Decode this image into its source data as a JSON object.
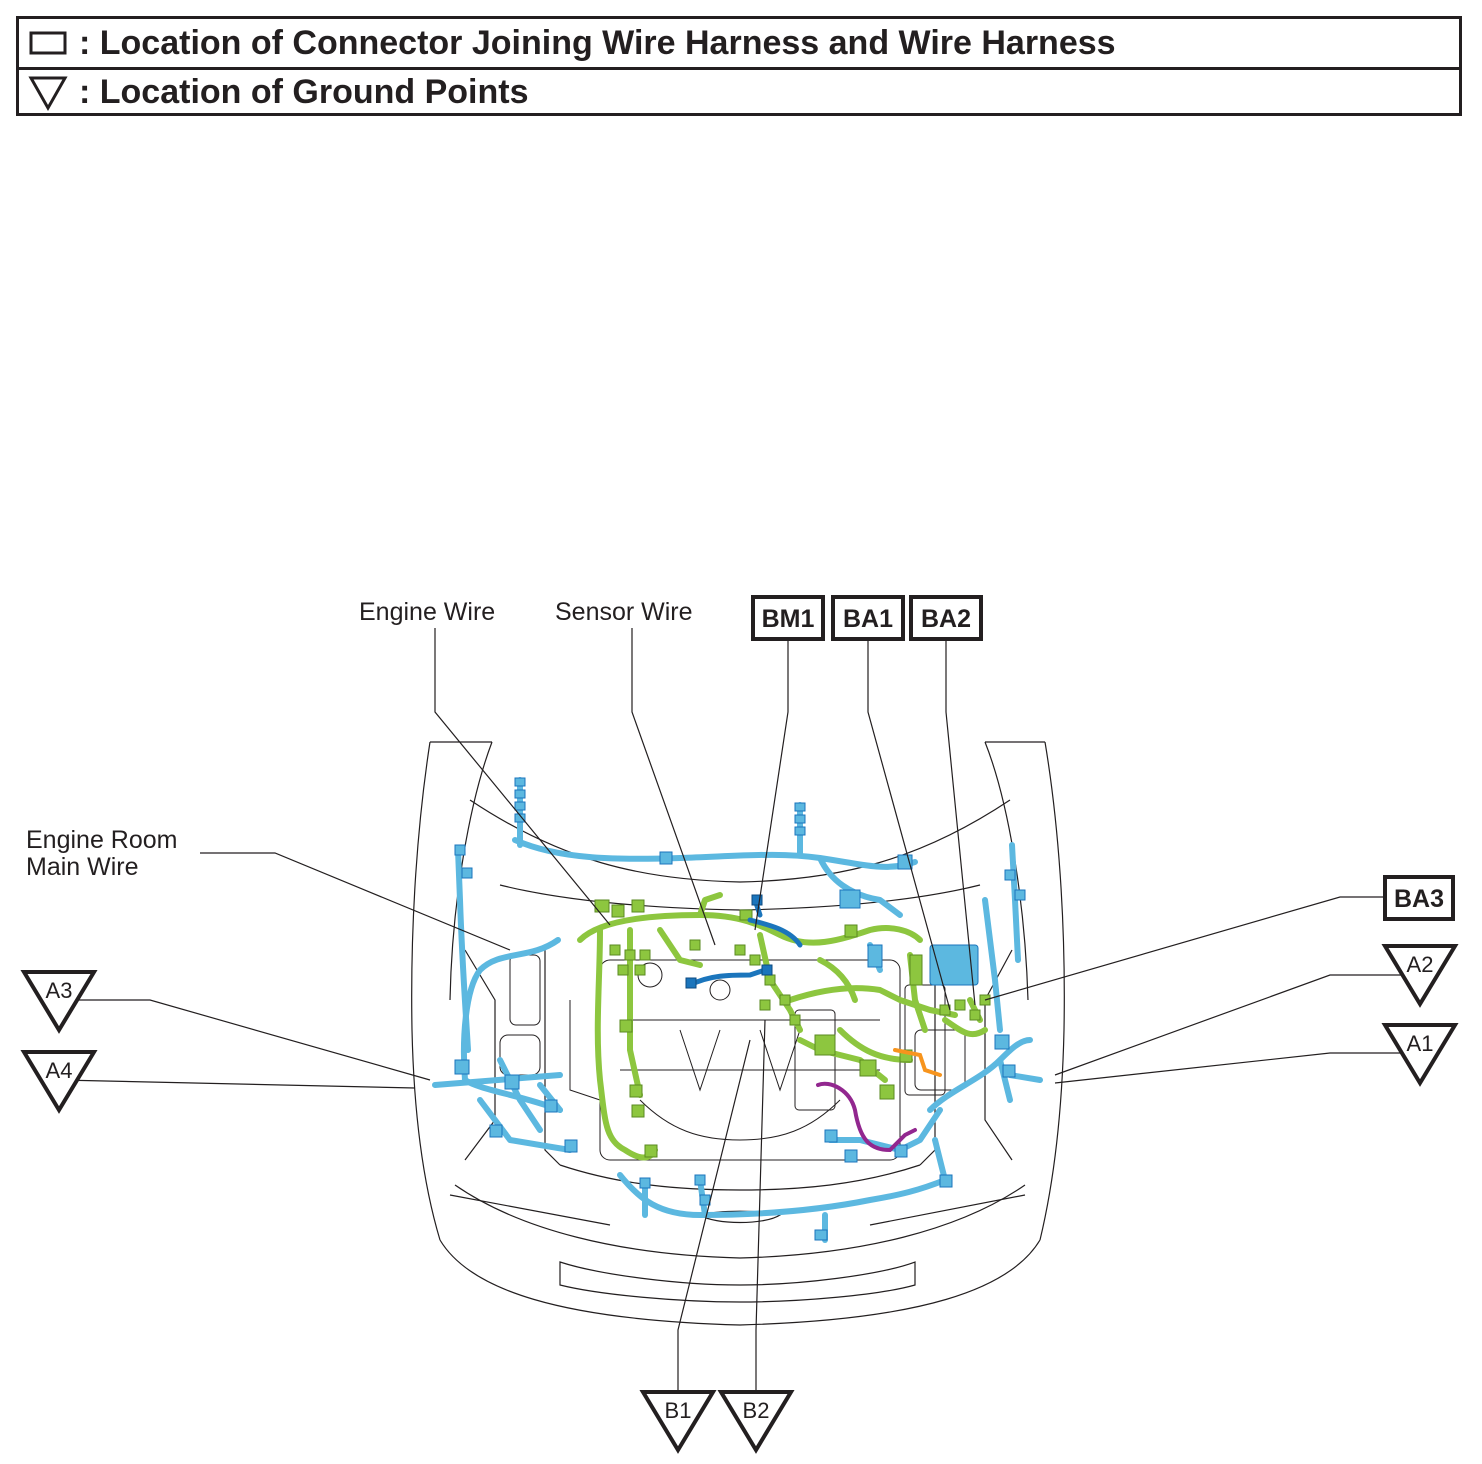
{
  "legend": {
    "connector_text": ": Location of Connector Joining Wire Harness and Wire Harness",
    "ground_text": ": Location of Ground Points",
    "connector_symbol": "rectangle-icon",
    "ground_symbol": "triangle-down-icon"
  },
  "wire_labels": {
    "engine_wire": "Engine Wire",
    "sensor_wire": "Sensor Wire",
    "engine_room_main_line1": "Engine Room",
    "engine_room_main_line2": "Main Wire"
  },
  "connectors": {
    "bm1": "BM1",
    "ba1": "BA1",
    "ba2": "BA2",
    "ba3": "BA3"
  },
  "grounds": {
    "a1": "A1",
    "a2": "A2",
    "a3": "A3",
    "a4": "A4",
    "b1": "B1",
    "b2": "B2"
  },
  "colors": {
    "ink": "#231f20",
    "engine_room_main": "#5cb8e0",
    "engine_wire": "#8dc63f",
    "sensor_wire": "#1b75bc",
    "accent_orange": "#f7941d",
    "accent_purple": "#92278f"
  }
}
